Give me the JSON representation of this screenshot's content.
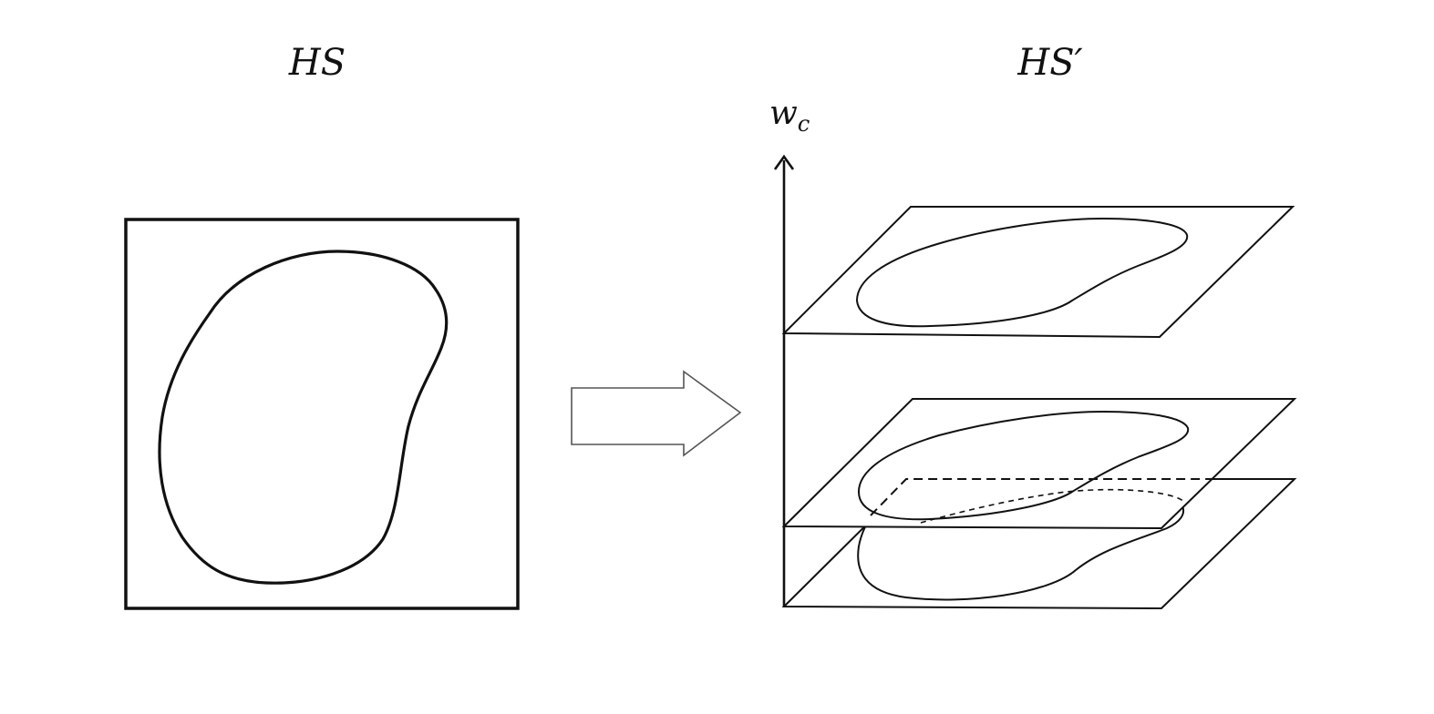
{
  "left_panel": {
    "title": "HS"
  },
  "right_panel": {
    "title": "HS′",
    "axis_label_base": "w",
    "axis_label_subscript": "c"
  },
  "colors": {
    "stroke": "#111111",
    "arrow_stroke": "#555555",
    "background": "#ffffff"
  }
}
